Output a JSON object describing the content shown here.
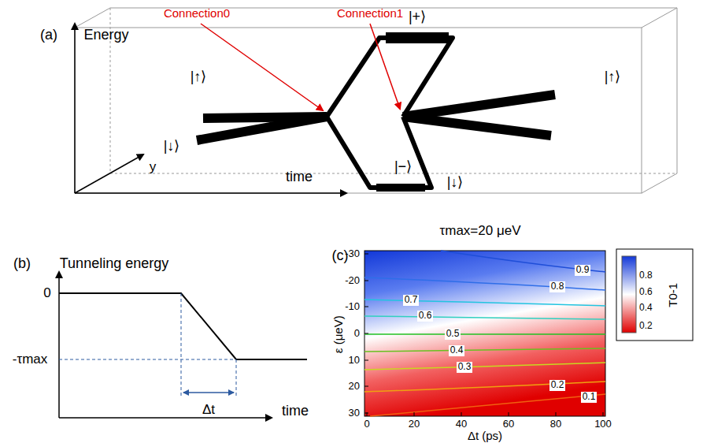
{
  "diagram": {
    "labels": [
      "(a)",
      "Energy",
      "Connection0",
      "Connection1",
      "|+⟩",
      "|↑⟩",
      "|↓⟩",
      "|−⟩",
      "|↑⟩",
      "|↓⟩",
      "y",
      "time",
      "(b)",
      "Tunneling energy",
      "0",
      "-τmax",
      "time",
      "Δt",
      "(c)",
      "τmax=20 μeV",
      "ε (μeV)",
      "-30",
      "-20",
      "-10",
      "0",
      "10",
      "20",
      "30",
      "0",
      "20",
      "40",
      "60",
      "80",
      "100",
      "Δt (ps)",
      "0.9",
      "0.8",
      "0.7",
      "0.6",
      "0.5",
      "0.4",
      "0.3",
      "0.2",
      "0.1",
      "0.8",
      "0.6",
      "0.4",
      "0.2",
      "T0-1"
    ]
  }
}
